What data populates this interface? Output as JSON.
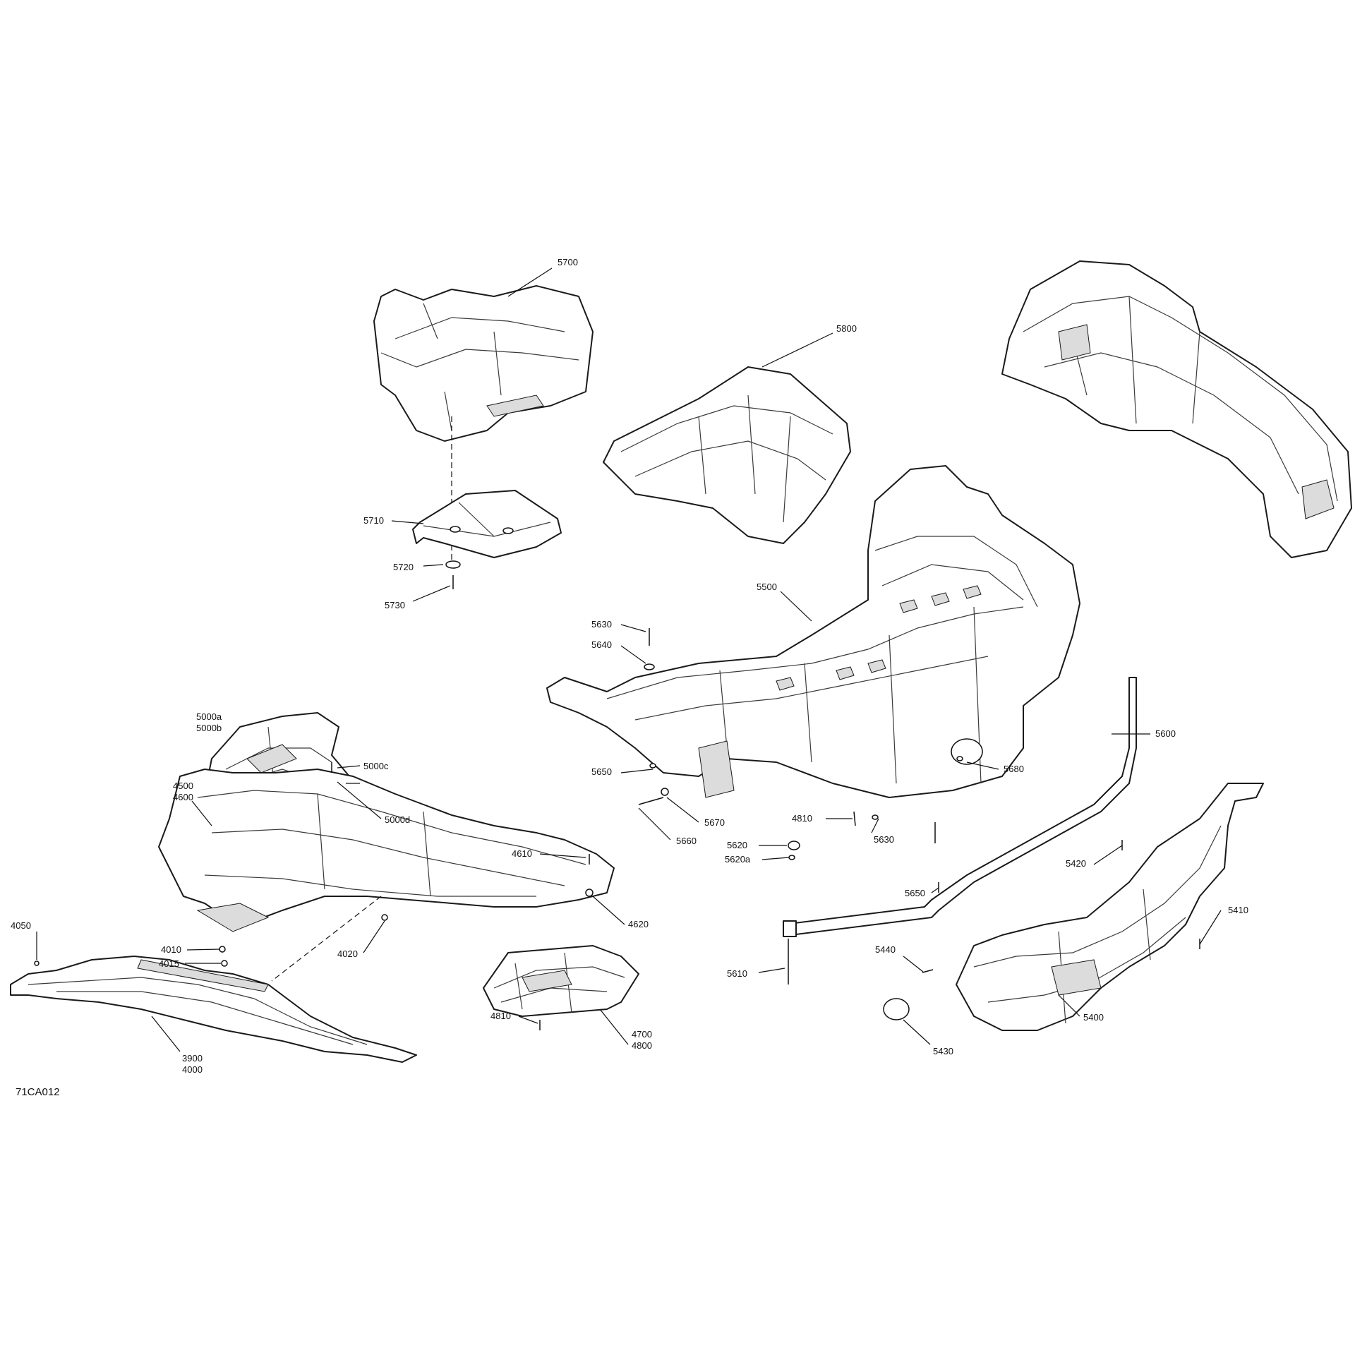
{
  "figure": {
    "reference": "71CA012"
  },
  "callouts": {
    "c5700": "5700",
    "c5800": "5800",
    "c5710": "5710",
    "c5720": "5720",
    "c5730": "5730",
    "c5500": "5500",
    "c5630a": "5630",
    "c5640": "5640",
    "c5000a": "5000a",
    "c5000b": "5000b",
    "c5000c": "5000c",
    "c5000d": "5000d",
    "c5600": "5600",
    "c5680": "5680",
    "c5650a": "5650",
    "c5670": "5670",
    "c5660": "5660",
    "c4810a": "4810",
    "c5630b": "5630",
    "c5620": "5620",
    "c5620a": "5620a",
    "c4500": "4500",
    "c4600": "4600",
    "c4610": "4610",
    "c4050": "4050",
    "c4010": "4010",
    "c4015": "4015",
    "c4020": "4020",
    "c4620": "4620",
    "c5650b": "5650",
    "c5420": "5420",
    "c5410": "5410",
    "c5440": "5440",
    "c5610": "5610",
    "c5400": "5400",
    "c4810b": "4810",
    "c4700": "4700",
    "c4800": "4800",
    "c3900": "3900",
    "c4000": "4000",
    "c5430": "5430"
  }
}
